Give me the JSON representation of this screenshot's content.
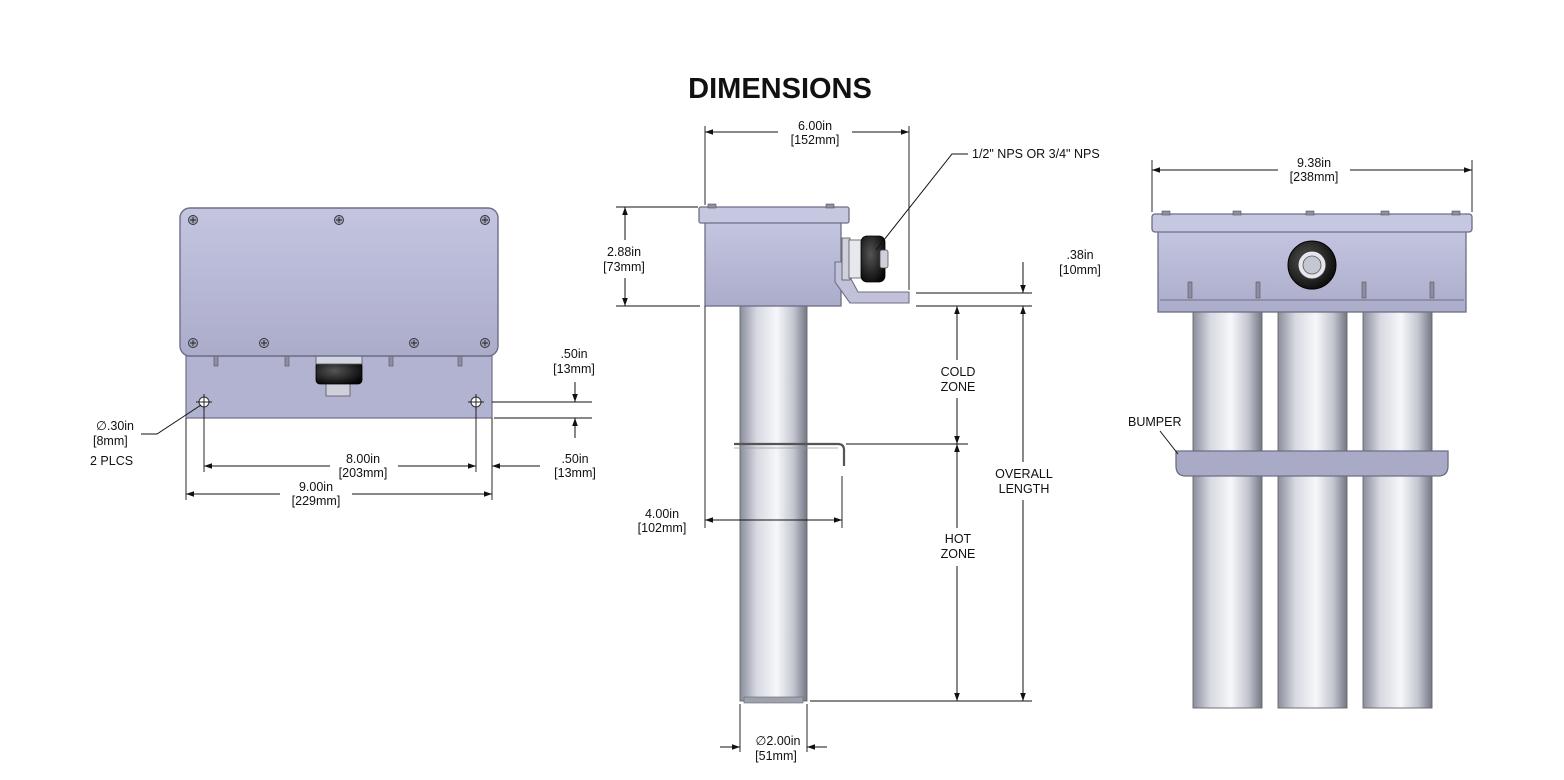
{
  "title": "DIMENSIONS",
  "front_view": {
    "hole_dia": {
      "in": "∅.30in",
      "mm": "[8mm]",
      "qty": "2 PLCS"
    },
    "hole_offset_top": {
      "in": ".50in",
      "mm": "[13mm]"
    },
    "hole_offset_side": {
      "in": ".50in",
      "mm": "[13mm]"
    },
    "hole_spacing": {
      "in": "8.00in",
      "mm": "[203mm]"
    },
    "overall_width": {
      "in": "9.00in",
      "mm": "[229mm]"
    }
  },
  "side_view": {
    "top_width": {
      "in": "6.00in",
      "mm": "[152mm]"
    },
    "connection": "1/2\" NPS OR 3/4\" NPS",
    "head_height": {
      "in": "2.88in",
      "mm": "[73mm]"
    },
    "flange_thickness": {
      "in": ".38in",
      "mm": "[10mm]"
    },
    "cold_zone": {
      "line1": "COLD",
      "line2": "ZONE"
    },
    "hot_zone": {
      "line1": "HOT",
      "line2": "ZONE"
    },
    "overall_length": {
      "line1": "OVERALL",
      "line2": "LENGTH"
    },
    "hook_offset": {
      "in": "4.00in",
      "mm": "[102mm]"
    },
    "tube_dia": {
      "in": "∅2.00in",
      "mm": "[51mm]"
    }
  },
  "end_view": {
    "overall_width": {
      "in": "9.38in",
      "mm": "[238mm]"
    },
    "bumper_label": "BUMPER"
  },
  "colors": {
    "enclosure": "#b9bad8",
    "enclosure_edge": "#6d6e86",
    "tube_mid": "#f4f5f8",
    "tube_dark": "#7e8290",
    "bumper": "#a7a8c4"
  }
}
